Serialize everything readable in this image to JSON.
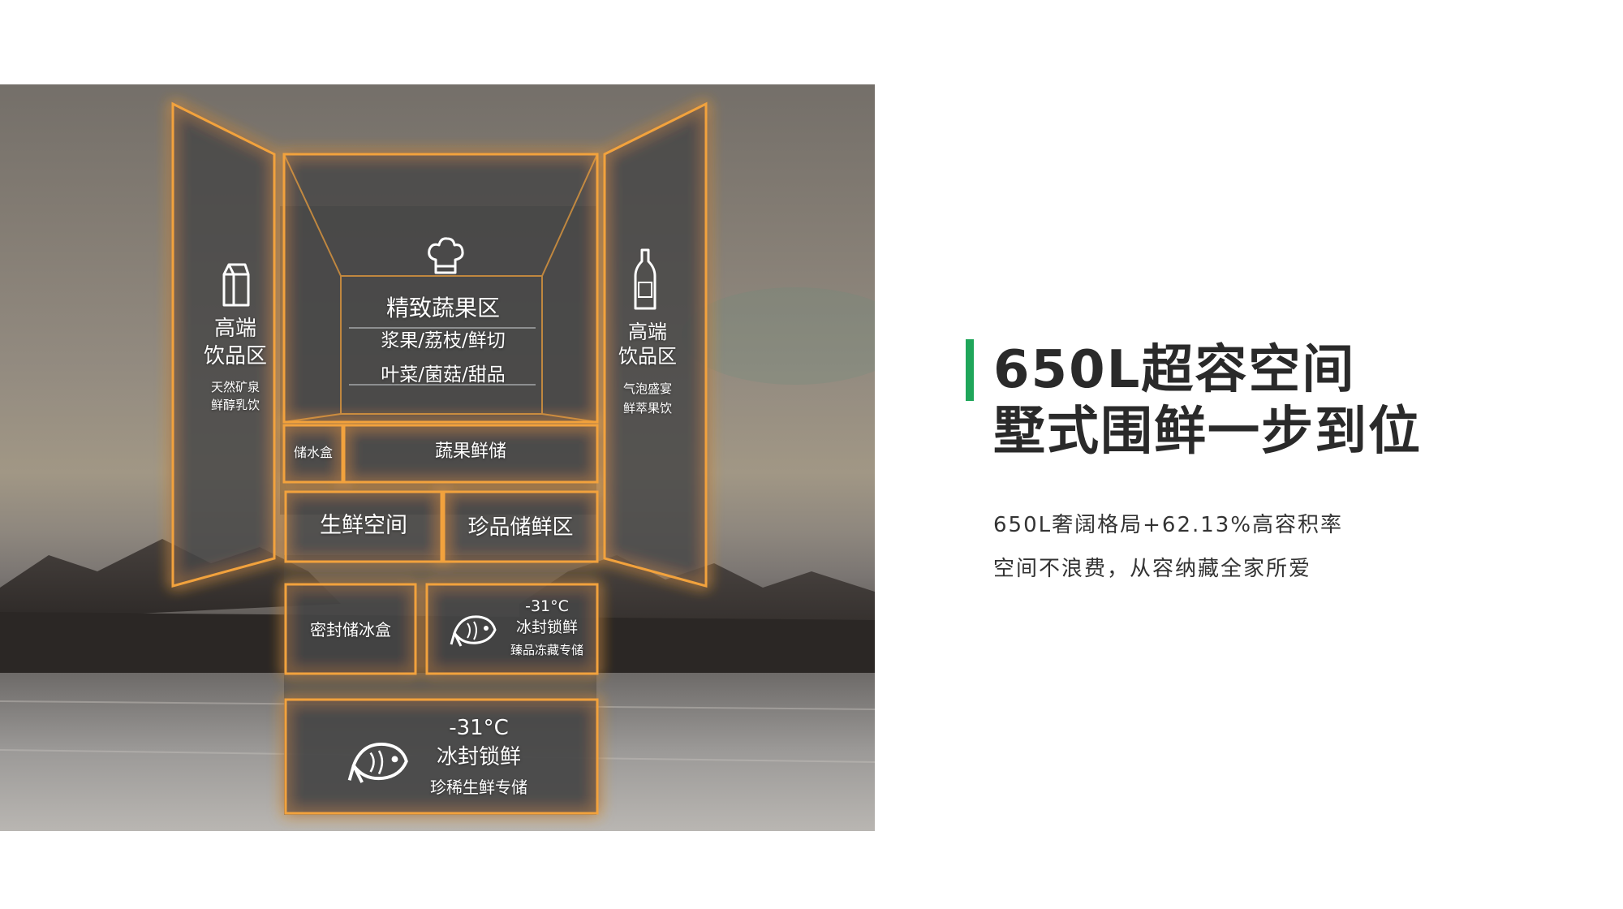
{
  "hero": {
    "title_line1": "650L超容空间",
    "title_line2": "墅式围鲜一步到位",
    "desc_line1": "650L奢阔格局+62.13%高容积率",
    "desc_line2": "空间不浪费，从容纳藏全家所爱",
    "accent_color": "#1fa65a"
  },
  "fridge": {
    "glow_color": "#f2a23c",
    "left_door": {
      "title_line1": "高端",
      "title_line2": "饮品区",
      "sub_line1": "天然矿泉",
      "sub_line2": "鲜醇乳饮",
      "icon": "milk-carton-icon"
    },
    "right_door": {
      "title_line1": "高端",
      "title_line2": "饮品区",
      "sub_line1": "气泡盛宴",
      "sub_line2": "鲜萃果饮",
      "icon": "bottle-icon"
    },
    "fresh_zone": {
      "icon": "chef-hat-icon",
      "title": "精致蔬果区",
      "line2": "浆果/荔枝/鲜切",
      "line3": "叶菜/菌菇/甜品"
    },
    "water_box": "储水盒",
    "veg_storage": "蔬果鲜储",
    "fresh_space": "生鲜空间",
    "premium_zone": "珍品储鲜区",
    "ice_box": "密封储冰盒",
    "mid_freezer": {
      "icon": "fish-icon",
      "temp": "-31°C",
      "title": "冰封锁鲜",
      "sub": "臻品冻藏专储"
    },
    "bottom_freezer": {
      "icon": "fish-icon",
      "temp": "-31°C",
      "title": "冰封锁鲜",
      "sub": "珍稀生鲜专储"
    }
  }
}
